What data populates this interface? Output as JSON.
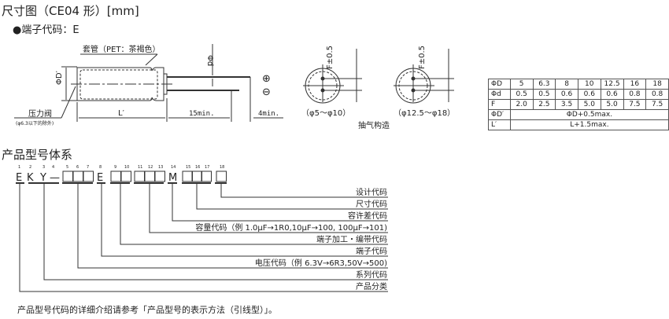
{
  "dimension_section": {
    "title": "尺寸图（CE04 形）[mm]",
    "terminal_code": "●端子代码：E",
    "sleeve_label": "套管（PET：茶褐色）",
    "pressure_valve_label": "压力阀",
    "pressure_valve_note": "(φ6.3以下的除外)",
    "diameter_label": "ΦD′",
    "lead_diameter_label": "Φd",
    "length_label": "L′",
    "lead_min_label": "15min.",
    "lead_diff_label": "4min.",
    "plus_symbol": "⊕",
    "minus_symbol": "⊖",
    "pitch_label": "F±0.5",
    "end_view_small": "（φ5～φ10）",
    "end_view_large": "（φ12.5～φ18）",
    "vent_structure": "抽气构造"
  },
  "spec_table": {
    "rows": [
      {
        "label": "ΦD",
        "values": [
          "5",
          "6.3",
          "8",
          "10",
          "12.5",
          "16",
          "18"
        ]
      },
      {
        "label": "Φd",
        "values": [
          "0.5",
          "0.5",
          "0.6",
          "0.6",
          "0.6",
          "0.8",
          "0.8"
        ]
      },
      {
        "label": "F",
        "values": [
          "2.0",
          "2.5",
          "3.5",
          "5.0",
          "5.0",
          "7.5",
          "7.5"
        ]
      }
    ],
    "span_rows": [
      {
        "label": "ΦD′",
        "value": "ΦD+0.5max."
      },
      {
        "label": "L′",
        "value": "L+1.5max."
      }
    ]
  },
  "part_number_section": {
    "title": "产品型号体系",
    "positions": [
      "1",
      "2",
      "3",
      "4",
      "5",
      "6",
      "7",
      "8",
      "9",
      "10",
      "11",
      "12",
      "13",
      "14",
      "15",
      "16",
      "17",
      "18"
    ],
    "fixed_chars": {
      "p1": "E",
      "p2": "K",
      "p3": "Y",
      "p4": "—",
      "p8": "E",
      "p14": "M"
    },
    "legend": [
      "设计代码",
      "尺寸代码",
      "容许差代码",
      "容量代码（例 1.0μF→1R0,10μF→100, 100μF→101)",
      "端子加工・编带代码",
      "端子代码",
      "电压代码（例 6.3V→6R3,50V→500)",
      "系列代码",
      "产品分类"
    ],
    "footnote": "产品型号代码的详细介绍请参考「产品型号的表示方法（引线型）」。"
  }
}
